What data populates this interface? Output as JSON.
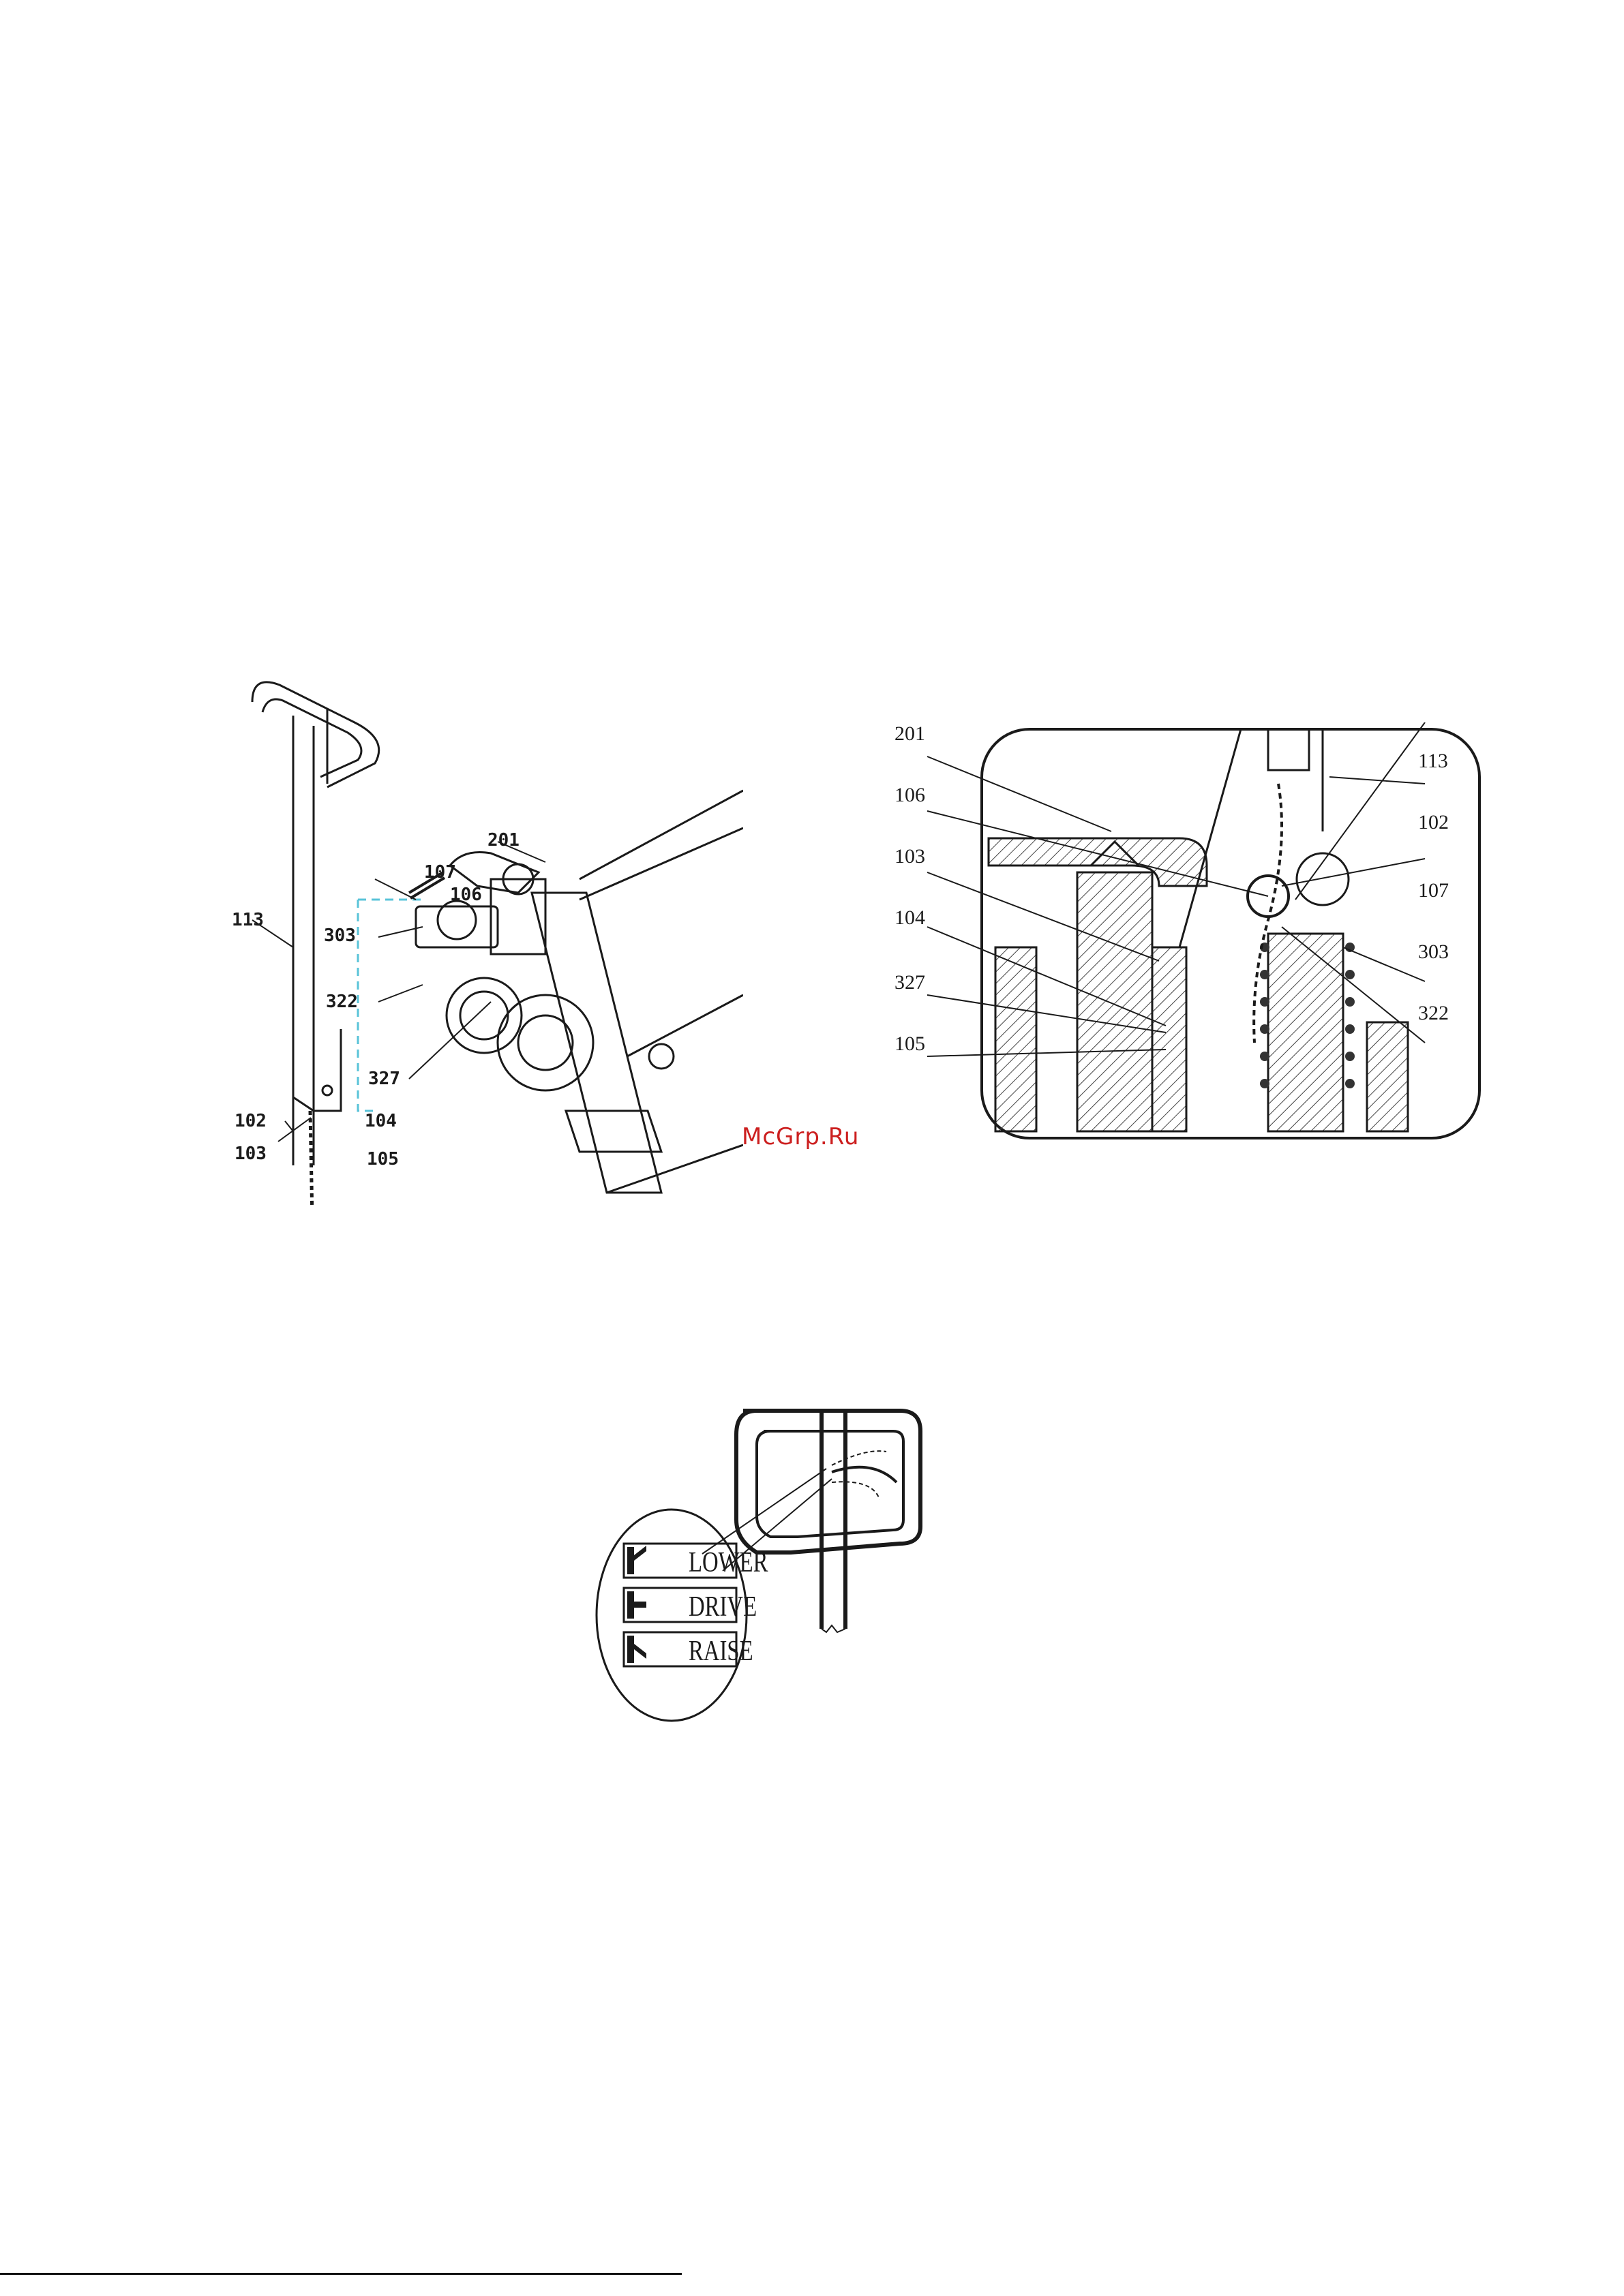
{
  "figure_left": {
    "labels": {
      "l201": "201",
      "l107": "107",
      "l106": "106",
      "l113": "113",
      "l303": "303",
      "l322": "322",
      "l327": "327",
      "l102": "102",
      "l103": "103",
      "l104": "104",
      "l105": "105"
    }
  },
  "figure_right": {
    "labels": {
      "l201": "201",
      "l106": "106",
      "l103": "103",
      "l104": "104",
      "l327": "327",
      "l105": "105",
      "l113": "113",
      "l102": "102",
      "l107": "107",
      "l303": "303",
      "l322": "322"
    }
  },
  "figure_bottom": {
    "lever_positions": [
      "LOWER",
      "DRIVE",
      "RAISE"
    ]
  },
  "watermark": "McGrp.Ru"
}
